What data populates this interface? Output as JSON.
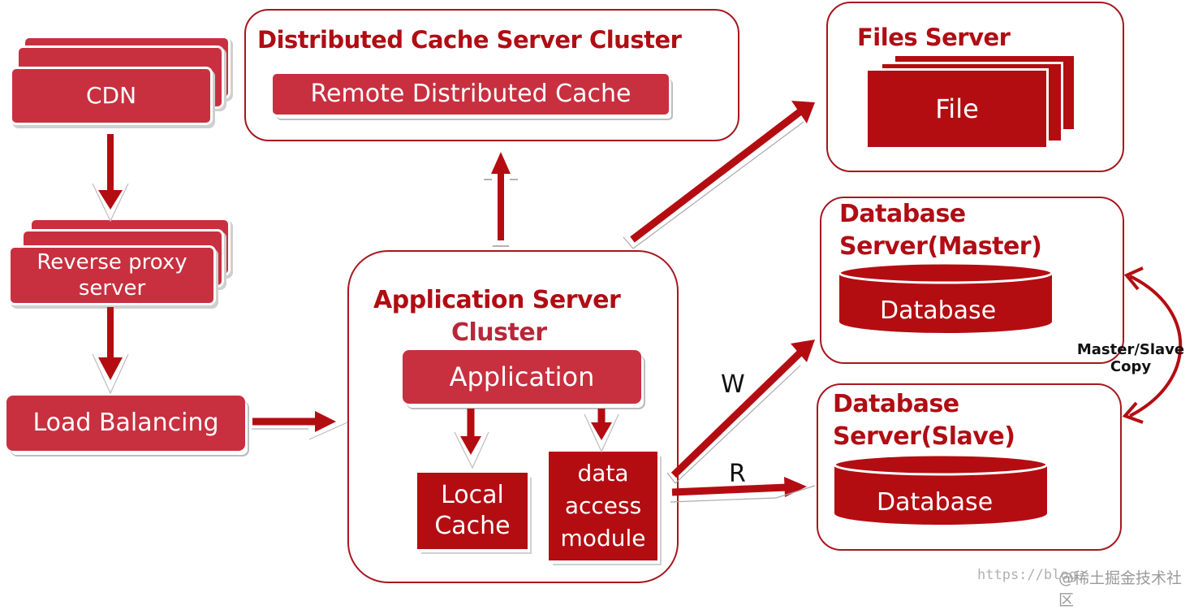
{
  "colors": {
    "accent": "#c8303f",
    "dark_red": "#b30d12",
    "title_red": "#b00d14",
    "border_red": "#a8161f",
    "text_dark": "#111111"
  },
  "nodes": {
    "cdn": {
      "label": "CDN"
    },
    "reverse_proxy": {
      "label_line1": "Reverse proxy",
      "label_line2": "server"
    },
    "load_balancing": {
      "label": "Load Balancing"
    },
    "distributed_cache_cluster": {
      "title": "Distributed Cache Server Cluster",
      "item": "Remote Distributed Cache"
    },
    "files_server": {
      "title": "Files Server",
      "item": "File"
    },
    "application_cluster": {
      "title_line1": "Application Server",
      "title_line2": "Cluster",
      "application": "Application",
      "local_cache_line1": "Local",
      "local_cache_line2": "Cache",
      "dam_line1": "data",
      "dam_line2": "access",
      "dam_line3": "module"
    },
    "db_master": {
      "title_line1": "Database",
      "title_line2": "Server(Master)",
      "db_label": "Database"
    },
    "db_slave": {
      "title_line1": "Database",
      "title_line2": "Server(Slave)",
      "db_label": "Database"
    }
  },
  "edges": {
    "write_label": "W",
    "read_label": "R",
    "replication_label_line1": "Master/Slave",
    "replication_label_line2": "Copy"
  },
  "watermark": {
    "url_fragment": "https://blog",
    "community": "@稀土掘金技术社区"
  }
}
